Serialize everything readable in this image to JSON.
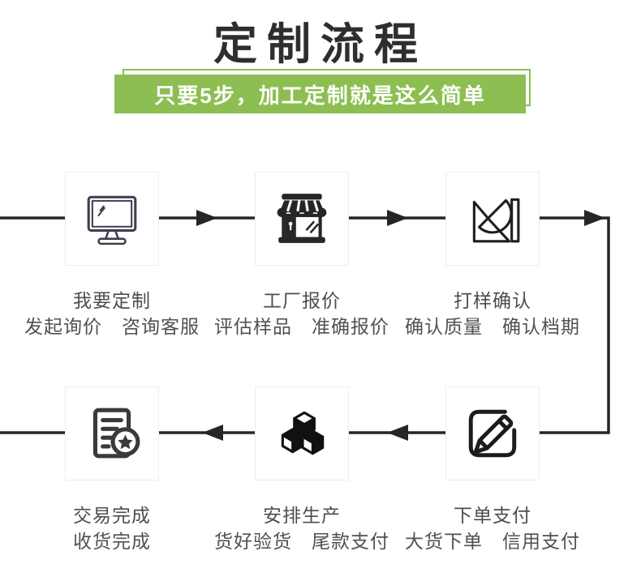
{
  "page": {
    "title": "定制流程"
  },
  "banner": {
    "text": "只要5步，加工定制就是这么简单"
  },
  "colors": {
    "banner_green": "#8dbe52",
    "flow_line": "#262626",
    "box_border": "#ededed",
    "step_text": "#4d4d4d",
    "title_text": "#2e2e2e"
  },
  "steps": [
    {
      "title": "我要定制",
      "subtitle": "发起询价　咨询客服",
      "icon": "monitor-icon"
    },
    {
      "title": "工厂报价",
      "subtitle": "评估样品　准确报价",
      "icon": "storefront-icon"
    },
    {
      "title": "打样确认",
      "subtitle": "确认质量　确认档期",
      "icon": "sampling-dish-icon"
    },
    {
      "title": "下单支付",
      "subtitle": "大货下单　信用支付",
      "icon": "pencil-edit-icon"
    },
    {
      "title": "安排生产",
      "subtitle": "货好验货　尾款支付",
      "icon": "cubes-icon"
    },
    {
      "title": "交易完成",
      "subtitle": "收货完成",
      "icon": "receipt-star-icon"
    }
  ]
}
